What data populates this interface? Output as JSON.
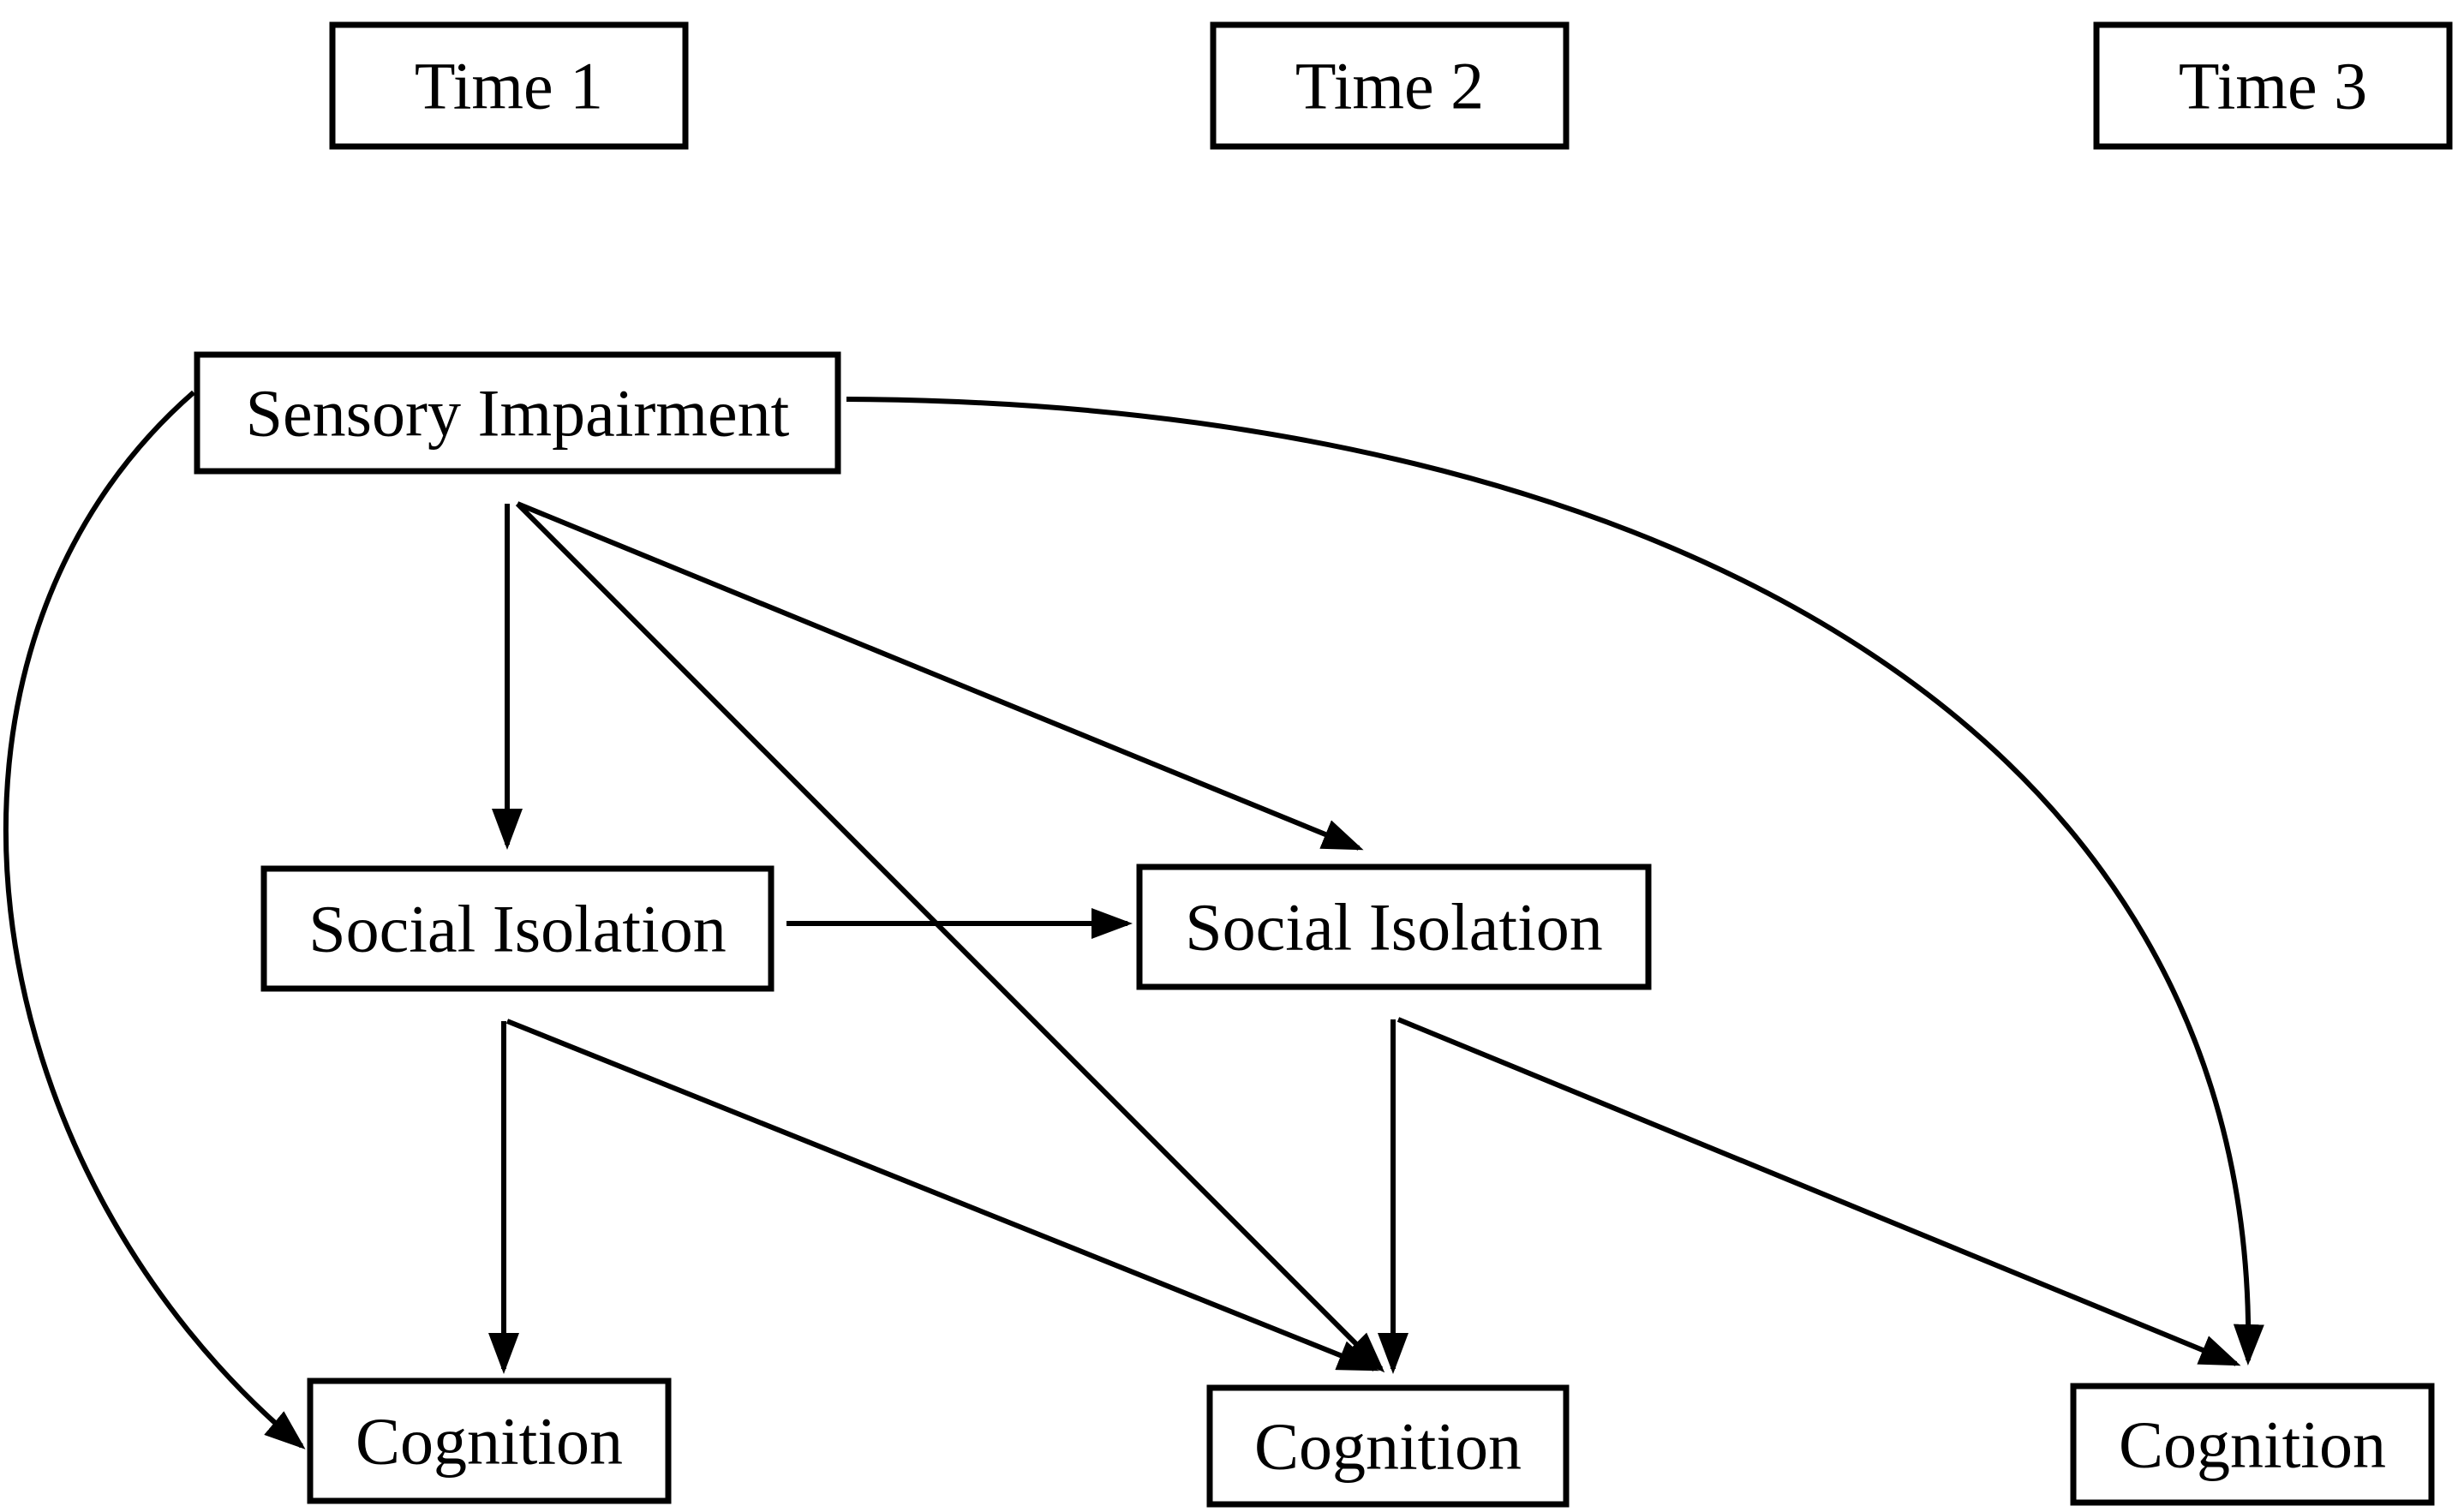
{
  "diagram": {
    "time_labels": {
      "t1": "Time 1",
      "t2": "Time 2",
      "t3": "Time 3"
    },
    "nodes": {
      "sensory_impairment": "Sensory Impairment",
      "social_isolation_t1": "Social Isolation",
      "social_isolation_t2": "Social Isolation",
      "cognition_t1": "Cognition",
      "cognition_t2": "Cognition",
      "cognition_t3": "Cognition"
    },
    "edges": [
      {
        "from": "sensory_impairment",
        "to": "social_isolation_t1"
      },
      {
        "from": "sensory_impairment",
        "to": "social_isolation_t2"
      },
      {
        "from": "sensory_impairment",
        "to": "cognition_t1"
      },
      {
        "from": "sensory_impairment",
        "to": "cognition_t2"
      },
      {
        "from": "sensory_impairment",
        "to": "cognition_t3"
      },
      {
        "from": "social_isolation_t1",
        "to": "social_isolation_t2"
      },
      {
        "from": "social_isolation_t1",
        "to": "cognition_t1"
      },
      {
        "from": "social_isolation_t1",
        "to": "cognition_t2"
      },
      {
        "from": "social_isolation_t2",
        "to": "cognition_t2"
      },
      {
        "from": "social_isolation_t2",
        "to": "cognition_t3"
      }
    ],
    "colors": {
      "stroke": "#000000",
      "background": "#ffffff"
    }
  }
}
